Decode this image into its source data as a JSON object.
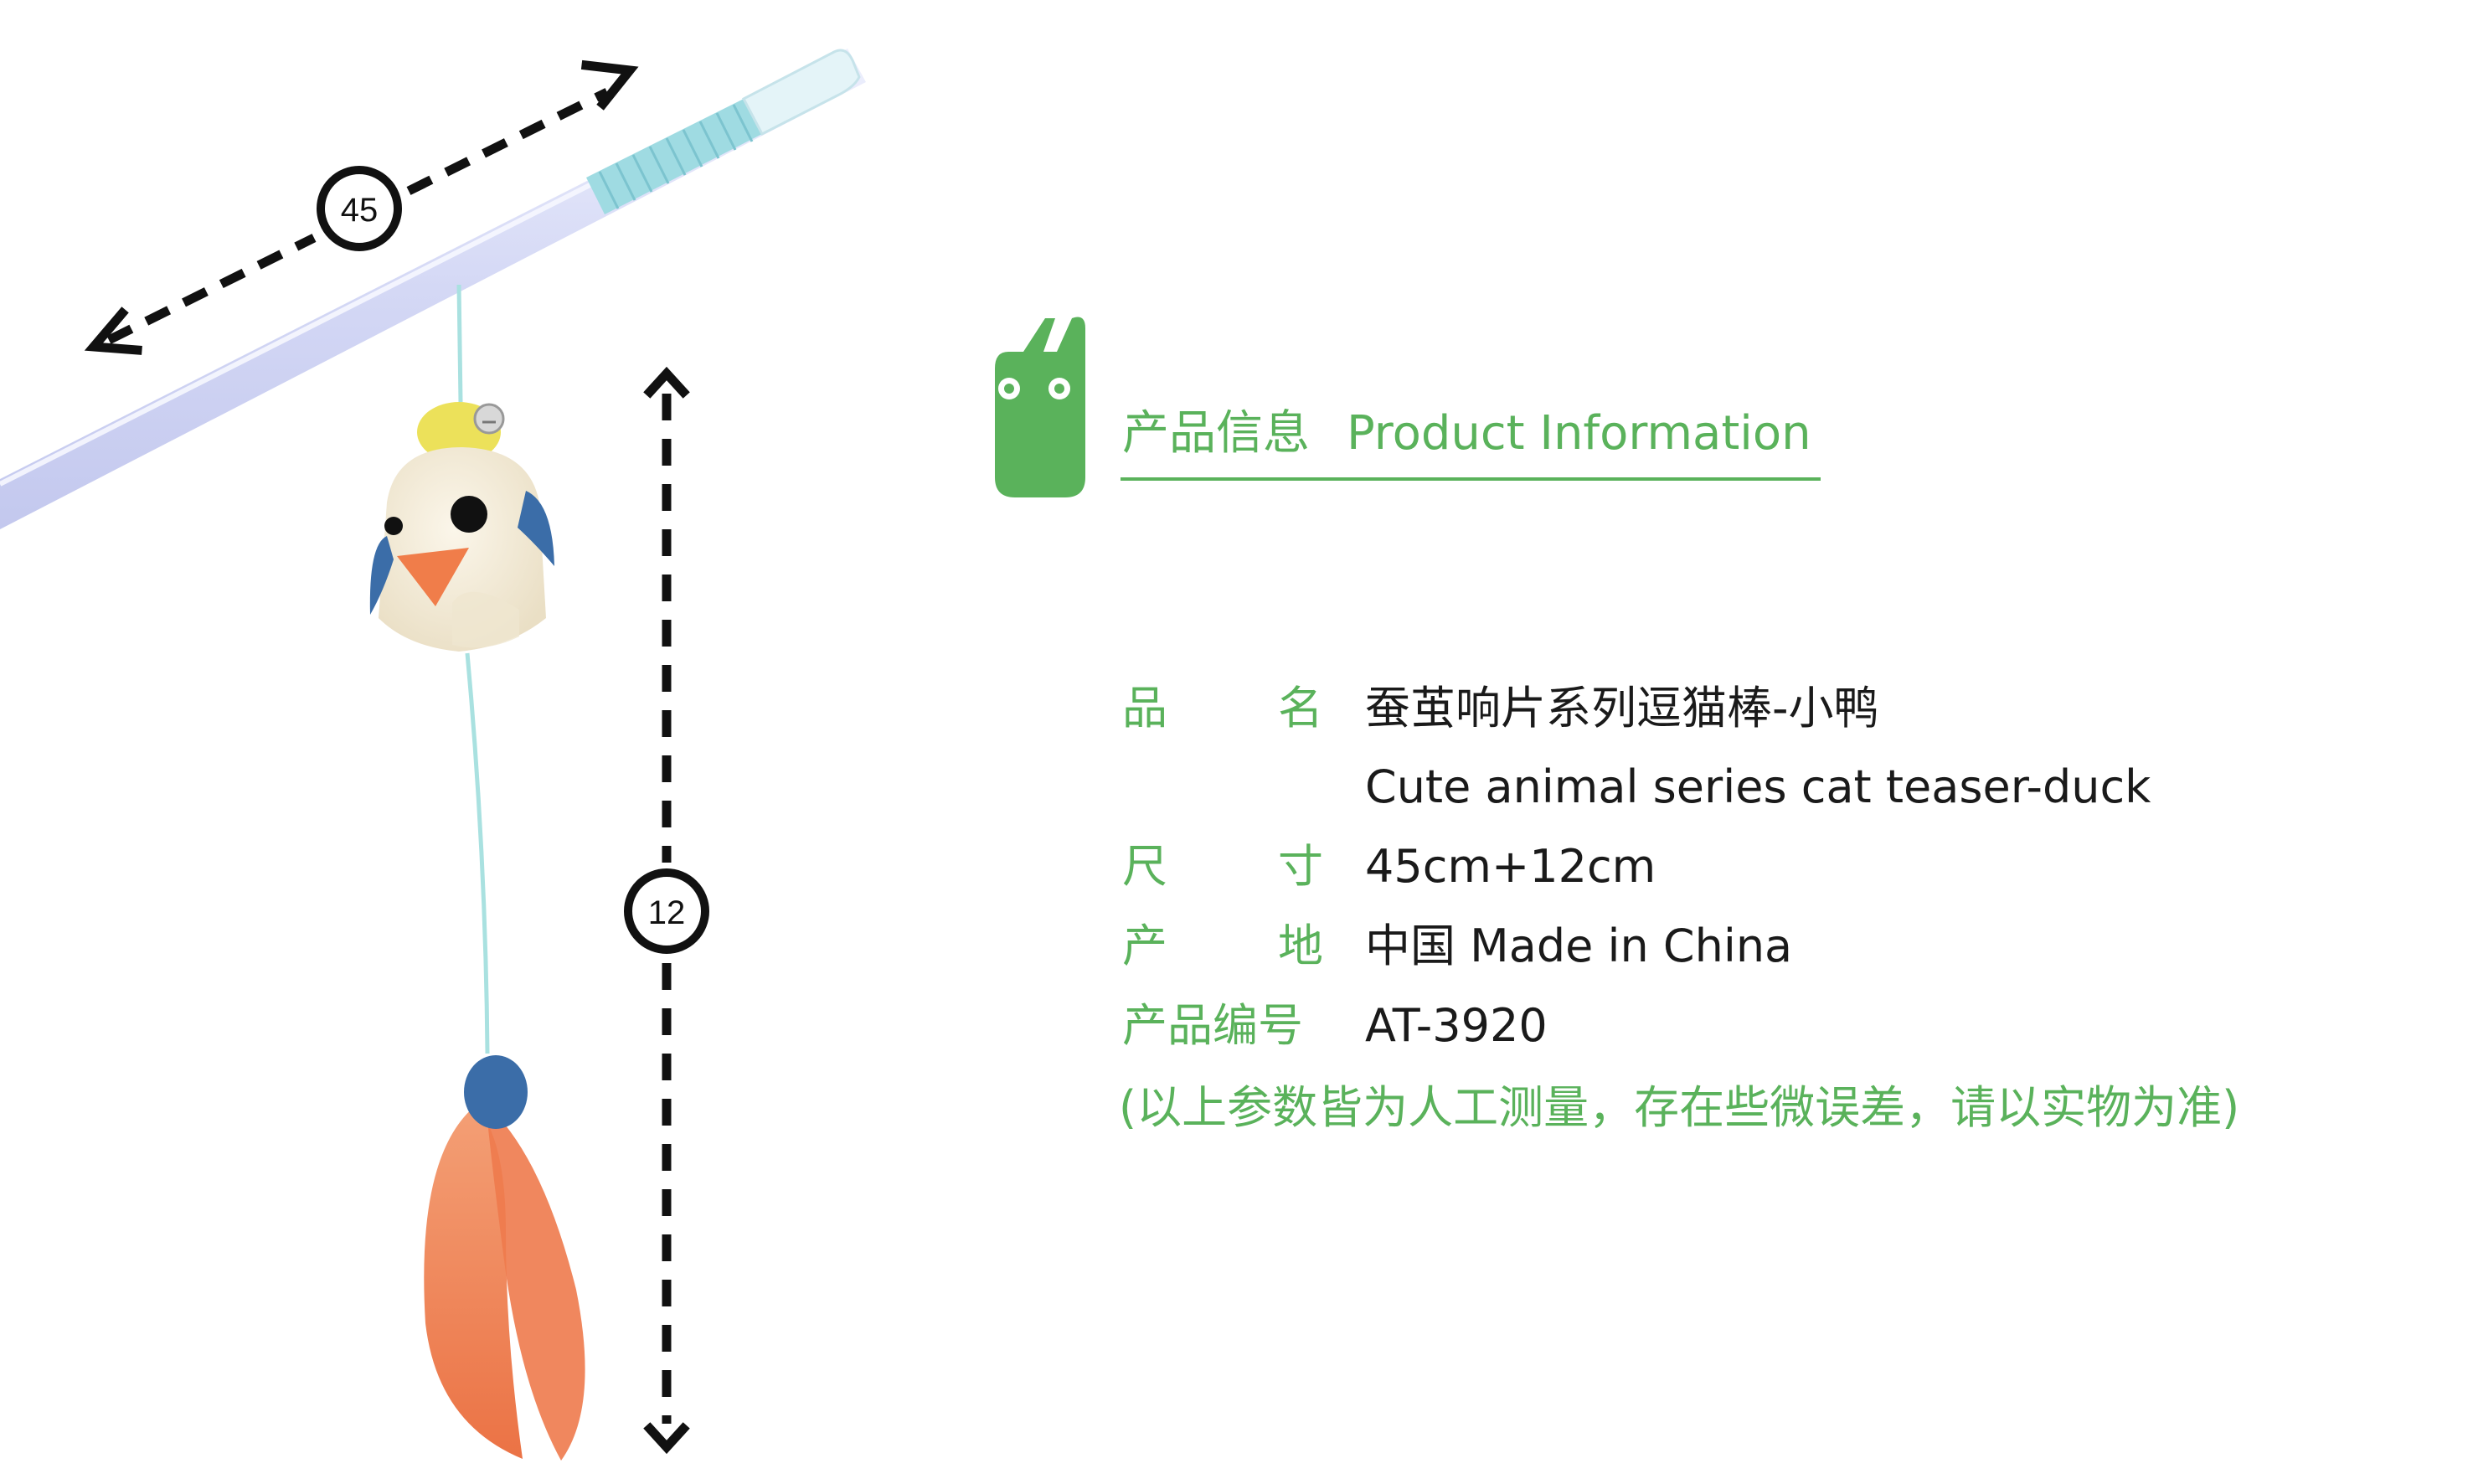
{
  "dimensions": {
    "rod_length_label": "45",
    "string_length_label": "12"
  },
  "info": {
    "heading_cn": "产品信息",
    "heading_en": "Product Information",
    "rows": [
      {
        "label_chars": [
          "品",
          "名"
        ],
        "value": "蚕茧响片系列逗猫棒-小鸭"
      },
      {
        "value": "Cute animal series cat teaser-duck"
      },
      {
        "label_chars": [
          "尺",
          "寸"
        ],
        "value": "45cm+12cm"
      },
      {
        "label_chars": [
          "产",
          "地"
        ],
        "value": "中国 Made in China"
      },
      {
        "label": "产品编号",
        "value": "AT-3920"
      }
    ],
    "note": "(以上参数皆为人工测量，存在些微误差，请以实物为准)"
  },
  "colors": {
    "brand_green": "#5ab25b",
    "text_dark": "#1a1a1a",
    "rod": "#d9dcf6",
    "rod_wrap": "#9fdbe2",
    "duck_body": "#f5ecd9",
    "duck_crest": "#ece15a",
    "duck_wing": "#3b6da8",
    "duck_beak": "#f07d4a",
    "feather": "#ee7a4c"
  },
  "icons": {
    "brand_mascot": "green-rabbit-mascot-icon"
  }
}
